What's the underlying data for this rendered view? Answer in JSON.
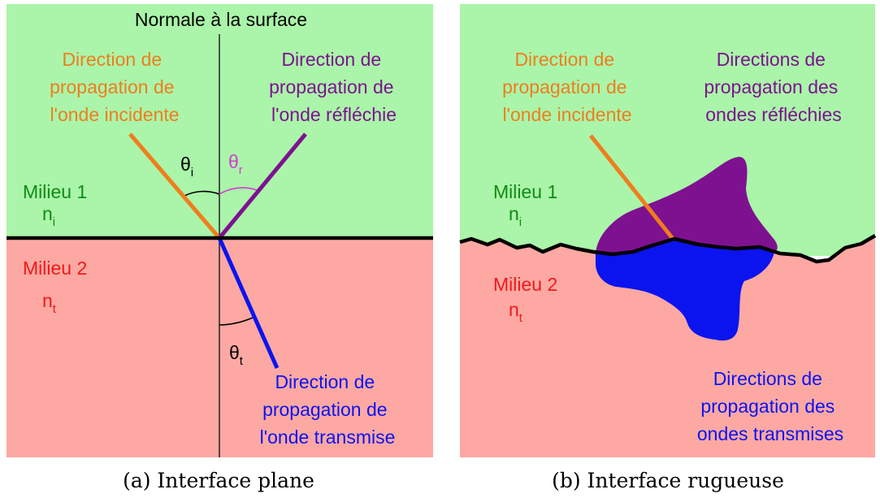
{
  "colors": {
    "medium1": "#aaf5a9",
    "medium2": "#fda8a3",
    "incident": "#f07d1e",
    "reflected": "#7e1190",
    "reflected_angle": "#d43cd4",
    "transmitted": "#0b14ef",
    "medium1_text": "#118c14",
    "medium2_text": "#ee1a1a",
    "interface": "#000000"
  },
  "panel_a": {
    "normal_label": "Normale à la surface",
    "incident_label": [
      "Direction de",
      "propagation de",
      "l'onde incidente"
    ],
    "reflected_label": [
      "Direction de",
      "propagation de",
      "l'onde réfléchie"
    ],
    "transmitted_label": [
      "Direction de",
      "propagation de",
      "l'onde transmise"
    ],
    "medium1": "Milieu 1",
    "n1": {
      "base": "n",
      "sub": "i"
    },
    "medium2": "Milieu 2",
    "n2": {
      "base": "n",
      "sub": "t"
    },
    "theta_i": {
      "base": "θ",
      "sub": "i"
    },
    "theta_r": {
      "base": "θ",
      "sub": "r"
    },
    "theta_t": {
      "base": "θ",
      "sub": "t"
    },
    "caption": "(a) Interface plane"
  },
  "panel_b": {
    "incident_label": [
      "Direction de",
      "propagation de",
      "l'onde incidente"
    ],
    "reflected_label": [
      "Directions de",
      "propagation des",
      "ondes réfléchies"
    ],
    "transmitted_label": [
      "Directions de",
      "propagation des",
      "ondes transmises"
    ],
    "medium1": "Milieu 1",
    "n1": {
      "base": "n",
      "sub": "i"
    },
    "medium2": "Milieu 2",
    "n2": {
      "base": "n",
      "sub": "t"
    },
    "caption": "(b) Interface rugueuse"
  }
}
